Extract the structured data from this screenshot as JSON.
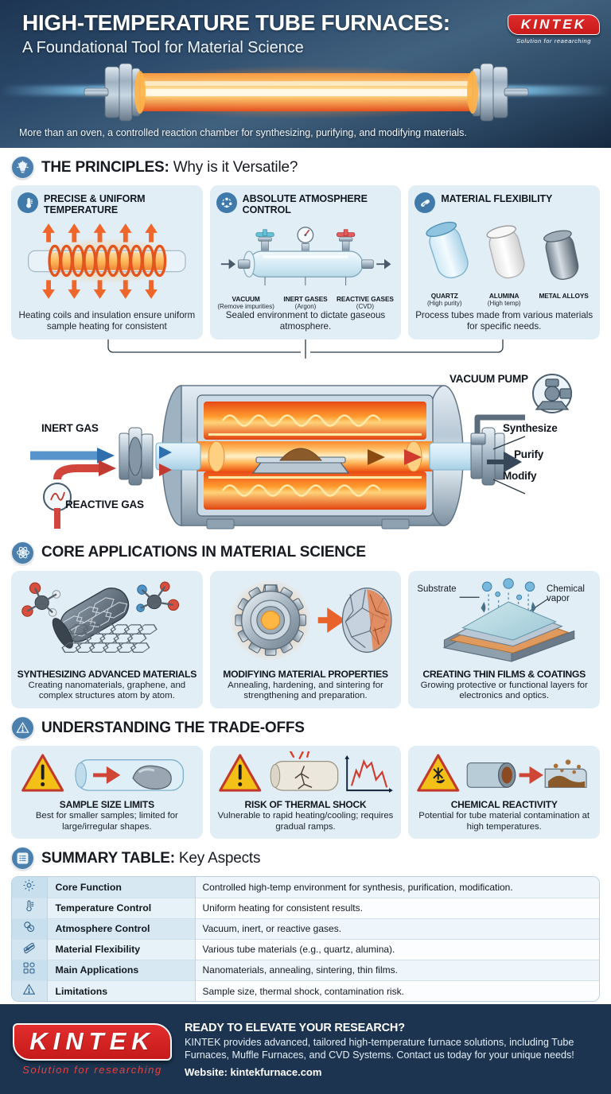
{
  "header": {
    "title": "HIGH-TEMPERATURE TUBE FURNACES:",
    "subtitle": "A Foundational Tool for Material Science",
    "tagline": "More than an oven, a controlled reaction chamber for synthesizing, purifying, and modifying materials.",
    "logo_word": "KINTEK",
    "logo_tagline": "Solution for reaearching"
  },
  "principles": {
    "heading_bold": "THE PRINCIPLES:",
    "heading_light": " Why is it Versatile?",
    "cards": [
      {
        "title": "PRECISE & UNIFORM TEMPERATURE",
        "icon": "thermometer-icon",
        "desc": "Heating coils and insulation ensure uniform sample heating for consistent"
      },
      {
        "title": "ABSOLUTE ATMOSPHERE CONTROL",
        "icon": "atmosphere-icon",
        "desc": "Sealed environment to dictate gaseous atmosphere.",
        "labels": [
          {
            "name": "VACUUM",
            "note": "(Remove impurities)"
          },
          {
            "name": "INERT GASES",
            "note": "(Argon)"
          },
          {
            "name": "REACTIVE GASES",
            "note": "(CVD)"
          }
        ]
      },
      {
        "title": "MATERIAL FLEXIBILITY",
        "icon": "tubes-icon",
        "desc": "Process tubes made from various materials for specific needs.",
        "labels": [
          {
            "name": "QUARTZ",
            "note": "(High purity)"
          },
          {
            "name": "ALUMINA",
            "note": "(High temp)"
          },
          {
            "name": "METAL ALLOYS",
            "note": ""
          }
        ]
      }
    ]
  },
  "diagram": {
    "inert_gas": "INERT GAS",
    "reactive_gas": "REACTIVE GAS",
    "vacuum_pump": "VACUUM PUMP",
    "outputs": [
      "Synthesize",
      "Purify",
      "Modify"
    ]
  },
  "applications": {
    "heading": "CORE APPLICATIONS IN MATERIAL SCIENCE",
    "icon": "atom-icon",
    "cards": [
      {
        "title": "SYNTHESIZING ADVANCED MATERIALS",
        "desc": "Creating nanomaterials, graphene, and complex structures atom by atom."
      },
      {
        "title": "MODIFYING MATERIAL PROPERTIES",
        "desc": "Annealing, hardening, and sintering for strengthening and preparation."
      },
      {
        "title": "CREATING THIN FILMS & COATINGS",
        "desc": "Growing protective or functional layers for electronics and optics.",
        "callouts": [
          "Substrate",
          "Chemical vapor"
        ]
      }
    ]
  },
  "tradeoffs": {
    "heading": "UNDERSTANDING THE TRADE-OFFS",
    "icon": "warning-icon",
    "cards": [
      {
        "title": "SAMPLE SIZE LIMITS",
        "desc": "Best for smaller samples; limited for large/irregular shapes."
      },
      {
        "title": "RISK OF THERMAL SHOCK",
        "desc": "Vulnerable to rapid heating/cooling; requires gradual ramps."
      },
      {
        "title": "CHEMICAL REACTIVITY",
        "desc": "Potential for tube material contamination at high temperatures."
      }
    ]
  },
  "summary": {
    "heading_bold": "SUMMARY TABLE:",
    "heading_light": " Key Aspects",
    "icon": "table-icon",
    "rows": [
      {
        "icon": "gear-icon",
        "key": "Core Function",
        "value": "Controlled high-temp environment for synthesis, purification, modification."
      },
      {
        "icon": "thermometer-icon",
        "key": "Temperature Control",
        "value": "Uniform heating for consistent results."
      },
      {
        "icon": "gas-icon",
        "key": "Atmosphere Control",
        "value": "Vacuum, inert, or reactive gases."
      },
      {
        "icon": "tubes-icon",
        "key": "Material Flexibility",
        "value": "Various tube materials (e.g., quartz, alumina)."
      },
      {
        "icon": "apps-grid-icon",
        "key": "Main Applications",
        "value": "Nanomaterials, annealing, sintering, thin films."
      },
      {
        "icon": "warning-icon",
        "key": "Limitations",
        "value": "Sample size, thermal shock, contamination risk."
      }
    ]
  },
  "footer": {
    "logo_word": "KINTEK",
    "logo_tagline": "Solution for researching",
    "heading": "READY TO ELEVATE YOUR RESEARCH?",
    "body": "KINTEK provides advanced, tailored high-temperature furnace solutions, including Tube Furnaces, Muffle Furnaces, and CVD Systems. Contact us today for your unique needs!",
    "website": "Website: kintekfurnace.com"
  },
  "colors": {
    "brand_red": "#d42424",
    "header_navy": "#1d3552",
    "card_blue": "#e2eef6",
    "accent_blue": "#3f7aab",
    "hot_orange": "#f26a22"
  }
}
